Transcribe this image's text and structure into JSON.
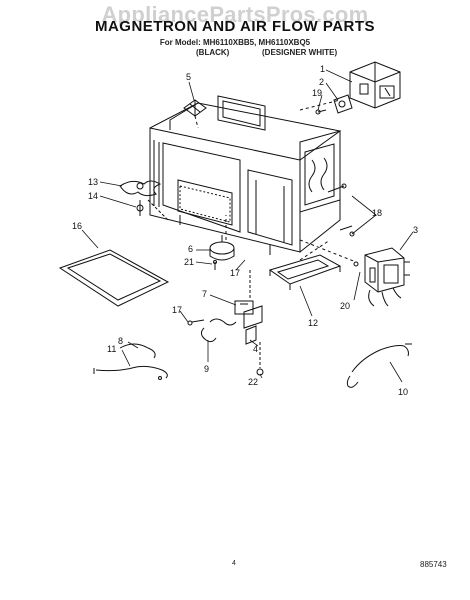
{
  "watermark": "AppliancePartsPros.com",
  "title": "MAGNETRON AND AIR FLOW PARTS",
  "model_line": "For Model: MH6110XBB5, MH6110XBQ5",
  "color_black": "(BLACK)",
  "color_white": "(DESIGNER WHITE)",
  "callouts": {
    "c1": "1",
    "c2": "2",
    "c3": "3",
    "c4": "4",
    "c5": "5",
    "c6": "6",
    "c7": "7",
    "c8": "8",
    "c9": "9",
    "c10": "10",
    "c11": "11",
    "c12": "12",
    "c13": "13",
    "c14": "14",
    "c16": "16",
    "c17a": "17",
    "c17b": "17",
    "c18": "18",
    "c19": "19",
    "c20": "20",
    "c21": "21",
    "c22": "22"
  },
  "page_number": "4",
  "doc_code": "885743"
}
